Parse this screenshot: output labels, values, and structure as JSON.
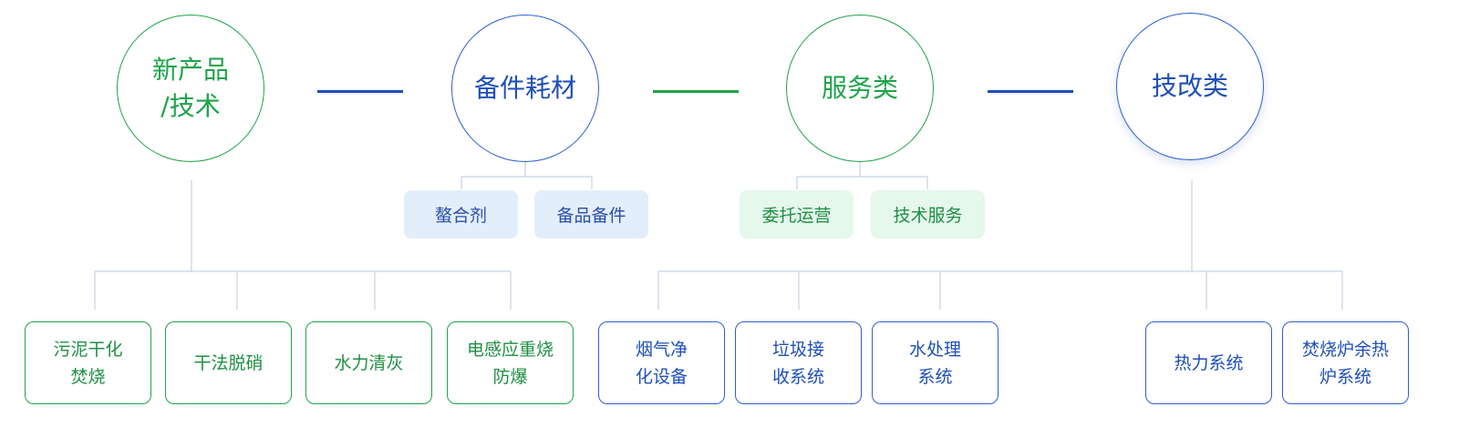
{
  "categories": [
    {
      "label_lines": [
        "新产品",
        "/技术"
      ],
      "color": "#1ea34a"
    },
    {
      "label_lines": [
        "备件耗材"
      ],
      "color": "#1d4fb7"
    },
    {
      "label_lines": [
        "服务类"
      ],
      "color": "#1ea34a"
    },
    {
      "label_lines": [
        "技改类"
      ],
      "color": "#1d4fb7"
    }
  ],
  "tags": {
    "spare_parts": [
      "螯合剂",
      "备品备件"
    ],
    "service": [
      "委托运营",
      "技术服务"
    ]
  },
  "boxes": {
    "new_tech": [
      {
        "lines": [
          "污泥干化",
          "焚烧"
        ]
      },
      {
        "lines": [
          "干法脱硝"
        ]
      },
      {
        "lines": [
          "水力清灰"
        ]
      },
      {
        "lines": [
          "电感应重烧",
          "防爆"
        ]
      }
    ],
    "retrofit": [
      {
        "lines": [
          "烟气净",
          "化设备"
        ]
      },
      {
        "lines": [
          "垃圾接",
          "收系统"
        ]
      },
      {
        "lines": [
          "水处理",
          "系统"
        ]
      },
      {
        "lines": [
          "热力系统"
        ]
      },
      {
        "lines": [
          "焚烧炉余热",
          "炉系统"
        ]
      }
    ]
  },
  "colors": {
    "green": "#1ea34a",
    "blue": "#1d4fb7",
    "connector": "#b9c8dc",
    "tag_blue_bg": "#e3eefb",
    "tag_green_bg": "#e6f7ec"
  }
}
